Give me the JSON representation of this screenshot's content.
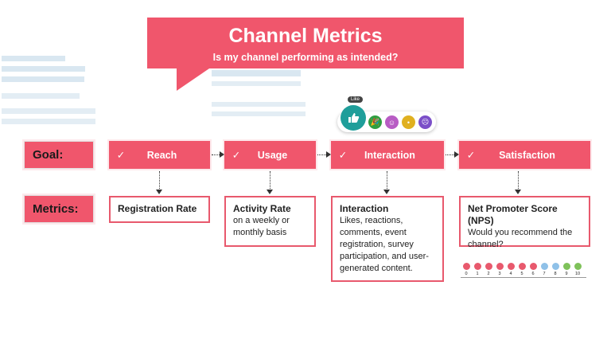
{
  "header": {
    "title": "Channel Metrics",
    "subtitle": "Is my channel performing as intended?"
  },
  "row_labels": {
    "goal": "Goal:",
    "metrics": "Metrics:"
  },
  "stages": [
    {
      "check": "✓",
      "label": "Reach"
    },
    {
      "check": "✓",
      "label": "Usage"
    },
    {
      "check": "✓",
      "label": "Interaction"
    },
    {
      "check": "✓",
      "label": "Satisfaction"
    }
  ],
  "metrics": [
    {
      "heading": "Registration Rate",
      "body": ""
    },
    {
      "heading": "Activity Rate",
      "body": "on a weekly or monthly basis"
    },
    {
      "heading": "Interaction",
      "body": "Likes, reactions, comments, event registration, survey participation, and user-generated content."
    },
    {
      "heading": "Net Promoter Score (NPS)",
      "body": "Would you recommend the channel?"
    }
  ],
  "reactions": {
    "tooltip": "Like",
    "icons": [
      "thumbs-up-icon",
      "party-icon",
      "heart-eyes-icon",
      "surprised-icon",
      "sad-icon"
    ],
    "colors": [
      "#1f9e9a",
      "#2f9e3f",
      "#b85cc4",
      "#e0b020",
      "#7b4fc8"
    ]
  },
  "nps_scale": {
    "numbers": [
      "0",
      "1",
      "2",
      "3",
      "4",
      "5",
      "6",
      "7",
      "8",
      "9",
      "10"
    ],
    "colors": [
      "#e8596d",
      "#e8596d",
      "#e8596d",
      "#e8596d",
      "#e8596d",
      "#e8596d",
      "#e8596d",
      "#8fc1e8",
      "#8fc1e8",
      "#7fc25a",
      "#7fc25a"
    ]
  },
  "colors": {
    "accent": "#f0566c",
    "border": "#e8596d"
  }
}
